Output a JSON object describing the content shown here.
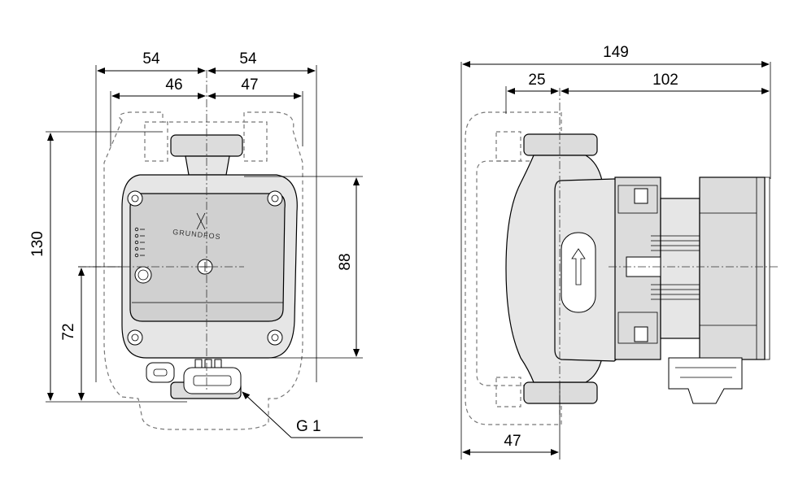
{
  "front_view": {
    "dim_top_left": "54",
    "dim_top_right": "54",
    "dim_inner_left": "46",
    "dim_inner_right": "47",
    "dim_height_total": "130",
    "dim_height_lower": "72",
    "dim_height_right": "88",
    "thread_label": "G 1",
    "brand_logo": "GRUNDFOS"
  },
  "side_view": {
    "dim_total_length": "149",
    "dim_left_segment": "25",
    "dim_right_segment": "102",
    "dim_bottom": "47"
  }
}
